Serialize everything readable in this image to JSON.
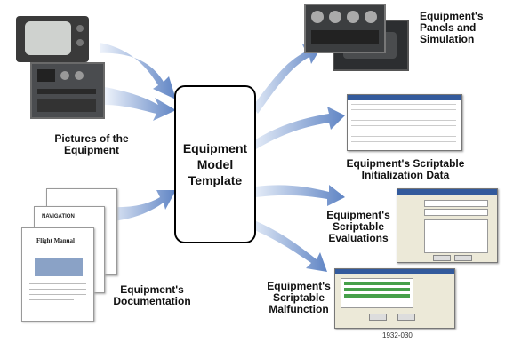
{
  "center": {
    "lines": [
      "Equipment",
      "Model",
      "Template"
    ]
  },
  "inputs": {
    "pictures": {
      "lines": [
        "Pictures of the",
        "Equipment"
      ]
    },
    "documentation": {
      "lines": [
        "Equipment's",
        "Documentation"
      ]
    }
  },
  "outputs": {
    "panels": {
      "lines": [
        "Equipment's",
        "Panels and",
        "Simulation"
      ]
    },
    "initialization": {
      "lines": [
        "Equipment's Scriptable",
        "Initialization Data"
      ]
    },
    "evaluations": {
      "lines": [
        "Equipment's",
        "Scriptable",
        "Evaluations"
      ]
    },
    "malfunction": {
      "lines": [
        "Equipment's",
        "Scriptable",
        "Malfunction"
      ]
    }
  },
  "document": {
    "page_title": "Flight Manual",
    "header": "NAVIGATION"
  },
  "figure_code": "1932-030",
  "colors": {
    "arrow": "#5f84c4",
    "arrow_light": "#d6e2f4",
    "outline": "#000000"
  }
}
